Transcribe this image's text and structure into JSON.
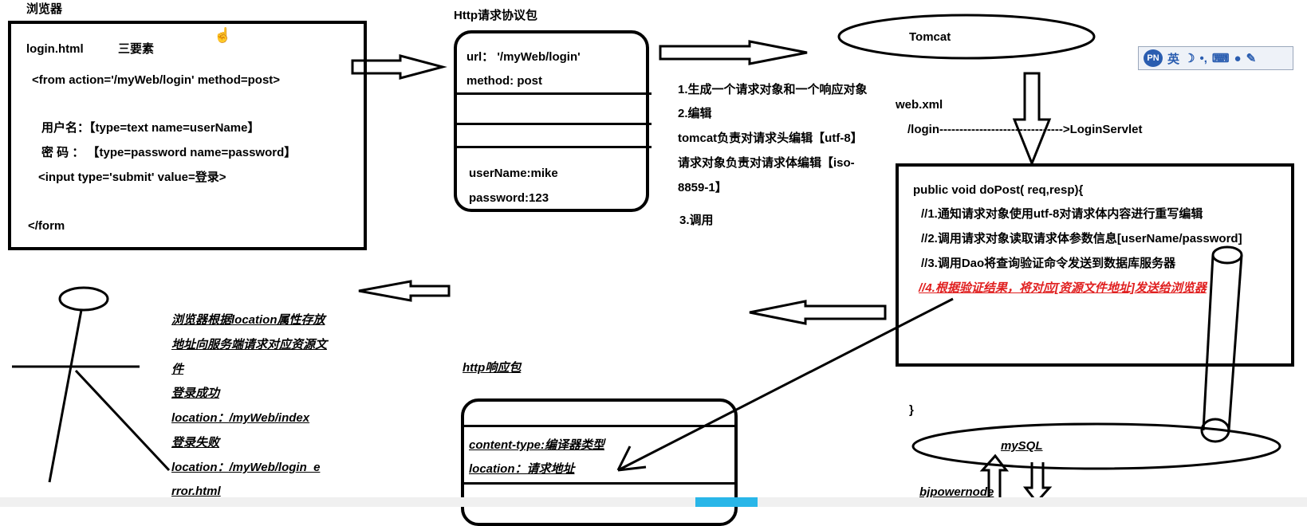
{
  "browser": {
    "title": "浏览器",
    "form_lines": [
      "login.html",
      "三要素",
      "<from action='/myWeb/login' method=post>",
      "用户名：【type=text  name=userName】",
      "密 码 ：  【type=password name=password】",
      "<input type='submit' value=登录>",
      "</form"
    ]
  },
  "http_request": {
    "title": "Http请求协议包",
    "url_line": "url：  '/myWeb/login'",
    "method_line": "method: post",
    "body_lines": [
      "userName:mike",
      "password:123"
    ]
  },
  "tomcat": {
    "label": "Tomcat",
    "steps": [
      "1.生成一个请求对象和一个响应对象",
      "2.编辑",
      "tomcat负责对请求头编辑【utf-8】",
      "请求对象负责对请求体编辑【iso-",
      "8859-1】",
      "3.调用"
    ]
  },
  "webxml": {
    "title": "web.xml",
    "mapping": "/login------------------------------->LoginServlet"
  },
  "servlet": {
    "lines": [
      "public  void doPost( req,resp){",
      "//1.通知请求对象使用utf-8对请求体内容进行重写编辑",
      "//2.调用请求对象读取请求体参数信息[userName/password]",
      "//3.调用Dao将查询验证命令发送到数据库服务器",
      "//4.根据验证结果，将对应[资源文件地址]发送给浏览器"
    ],
    "closing": "}"
  },
  "browser_note": {
    "lines": [
      "浏览器根据location属性存放",
      "地址向服务端请求对应资源文",
      "件",
      "登录成功",
      "location：/myWeb/index",
      "登录失败",
      "location：/myWeb/login_e",
      "rror.html"
    ]
  },
  "http_response": {
    "title": "http响应包",
    "lines": [
      "content-type:编译器类型",
      "location：请求地址"
    ]
  },
  "mysql": {
    "label": "mySQL",
    "db_name": "bjpowernode"
  },
  "ime_toolbar": {
    "lang": "英",
    "logo": "PN"
  },
  "colors": {
    "accent_red": "#e02020",
    "ime_blue": "#2a5db0",
    "taskbar_accent": "#29b6e8"
  }
}
